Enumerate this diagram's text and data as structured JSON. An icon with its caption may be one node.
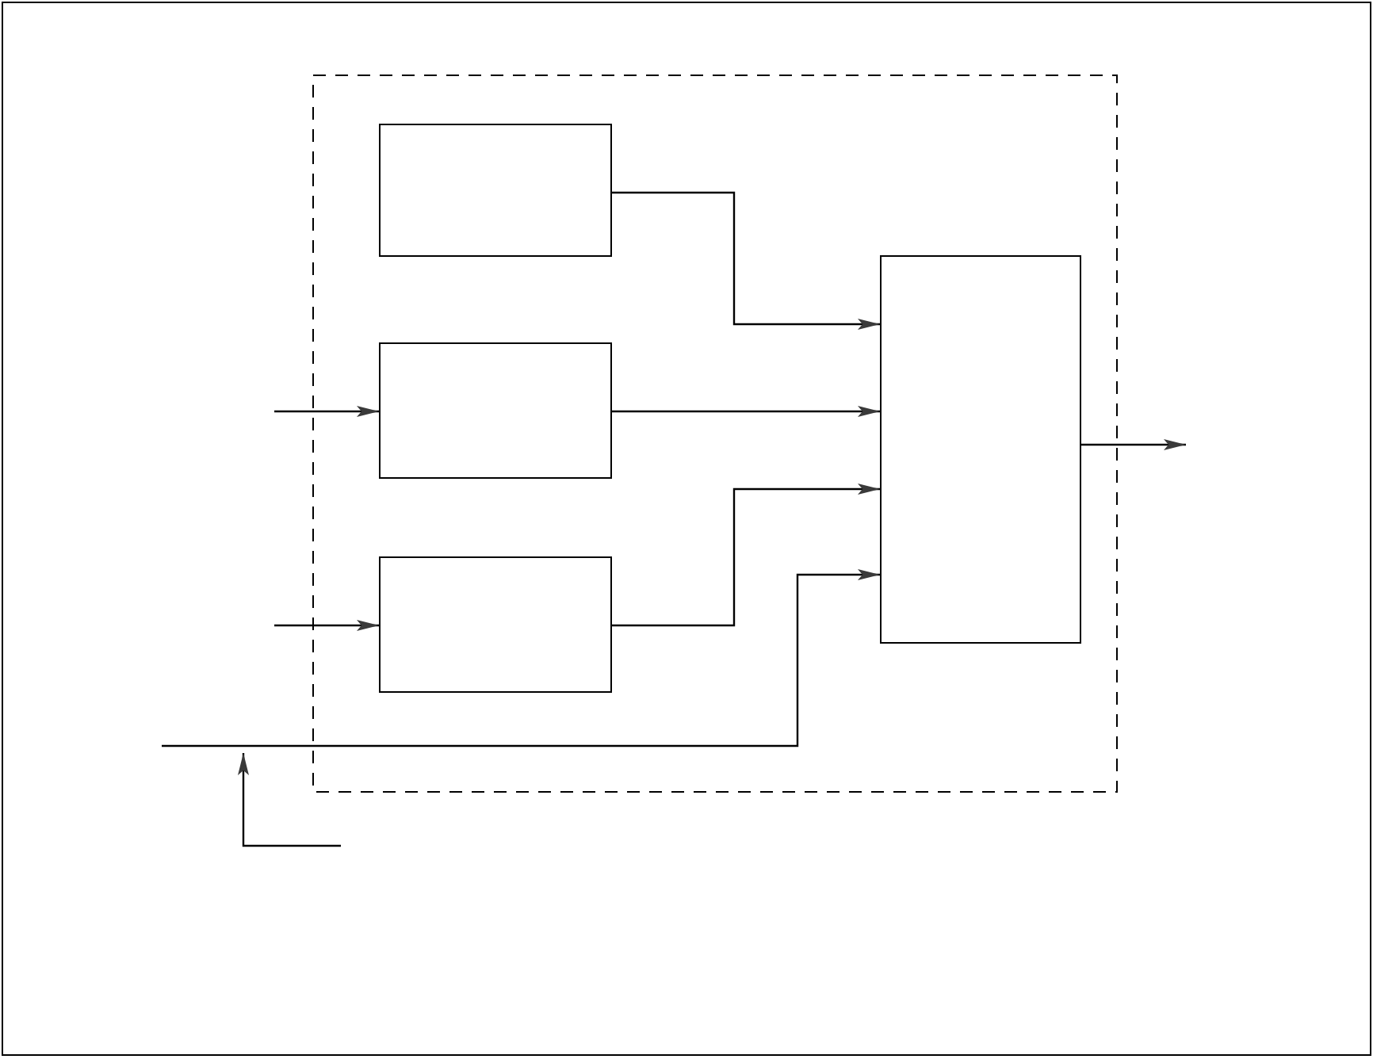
{
  "diagram": {
    "nodes": [
      {
        "text": [],
        "shape": "box"
      },
      {
        "text": [],
        "shape": "box",
        "in": 0
      },
      {
        "text": [],
        "shape": "box",
        "in": 0
      },
      {
        "text": [],
        "shape": "box",
        "in": 0
      },
      {
        "text": [],
        "shape": "box",
        "in": 0
      }
    ],
    "edges": [
      {
        "from": 1,
        "to": 4,
        "arrow": "to"
      },
      {
        "from": 2,
        "to": 4,
        "arrow": "to"
      },
      {
        "from": 3,
        "to": 4,
        "arrow": "to"
      },
      {
        "from": null,
        "to": 4,
        "arrow": "to"
      },
      {
        "from": null,
        "to": 2,
        "arrow": "to"
      },
      {
        "from": null,
        "to": 3,
        "arrow": "to"
      },
      {
        "from": 4,
        "to": null,
        "arrow": "to"
      }
    ]
  }
}
